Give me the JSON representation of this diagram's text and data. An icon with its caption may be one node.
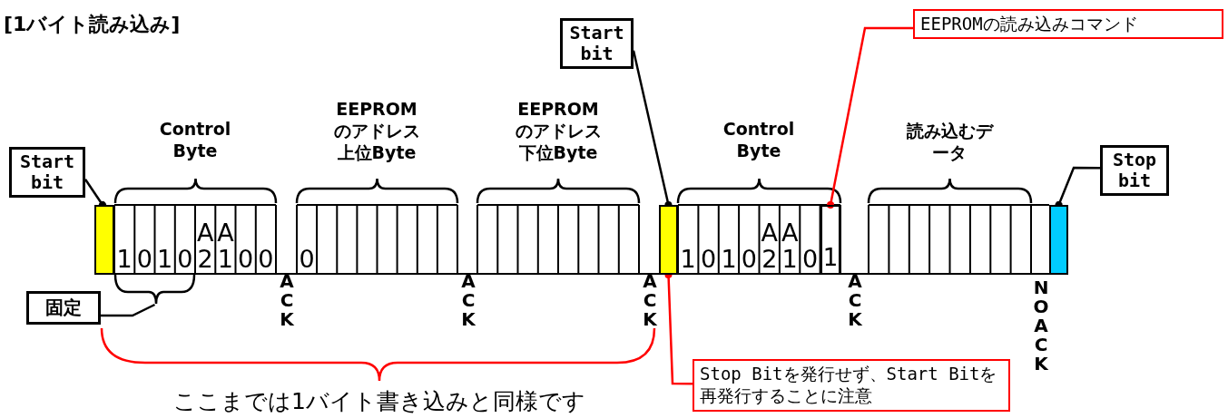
{
  "diagram": {
    "title": "[1バイト読み込み]",
    "nodes": [
      {
        "text": [
          "Start bit"
        ]
      },
      {
        "text": [],
        "shape": "box"
      },
      {
        "text": [
          "固定"
        ]
      },
      {
        "text": [],
        "shape": "bracket"
      },
      {
        "text": [
          "Start bit"
        ]
      },
      {
        "text": [],
        "shape": "box"
      },
      {
        "text": [
          "EEPROMの読み込みコマンド"
        ]
      },
      {
        "text": [
          "1"
        ]
      },
      {
        "text": [
          "Stop bit"
        ]
      },
      {
        "text": [],
        "shape": "box"
      },
      {
        "text": [
          "Stop Bitを発行せず、Start Bitを再発行することに注意"
        ]
      }
    ],
    "edges": [
      {
        "from": 0,
        "to": 1,
        "arrow": "other"
      },
      {
        "from": 2,
        "to": 3,
        "arrow": "none"
      },
      {
        "from": 4,
        "to": 5,
        "arrow": "other"
      },
      {
        "from": 6,
        "to": 7,
        "arrow": "other",
        "color": "#ff0000"
      },
      {
        "from": 8,
        "to": 9,
        "arrow": "other"
      },
      {
        "from": 10,
        "to": 5,
        "arrow": "other",
        "color": "#ff0000"
      }
    ],
    "labels": [
      "Control Byte",
      "EEPROMのアドレス上位Byte",
      "EEPROMのアドレス下位Byte",
      "Control Byte",
      "読み込むデータ",
      "1",
      "0",
      "1",
      "0",
      "A2",
      "A1",
      "0",
      "0",
      "0",
      "1",
      "0",
      "1",
      "0",
      "A2",
      "A1",
      "0",
      "ACK",
      "ACK",
      "ACK",
      "ACK",
      "NOACK",
      "ここまでは1バイト書き込みと同様です"
    ]
  }
}
